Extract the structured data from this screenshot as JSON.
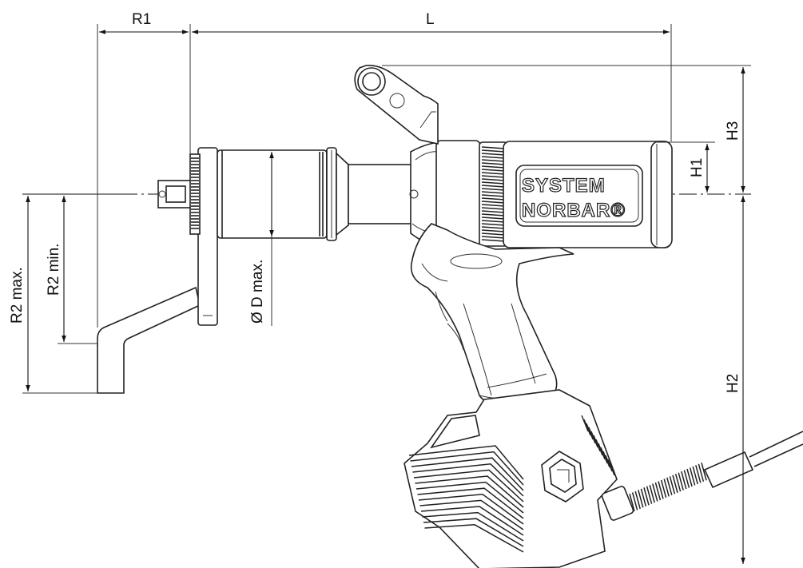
{
  "diagram": {
    "dimensions": {
      "r1": "R1",
      "l": "L",
      "h3": "H3",
      "h1": "H1",
      "h2": "H2",
      "r2_max": "R2 max.",
      "r2_min": "R2 min.",
      "d_max": "Ø D max."
    },
    "logo": {
      "line1": "SYSTEM",
      "line2": "NORBAR®"
    }
  }
}
